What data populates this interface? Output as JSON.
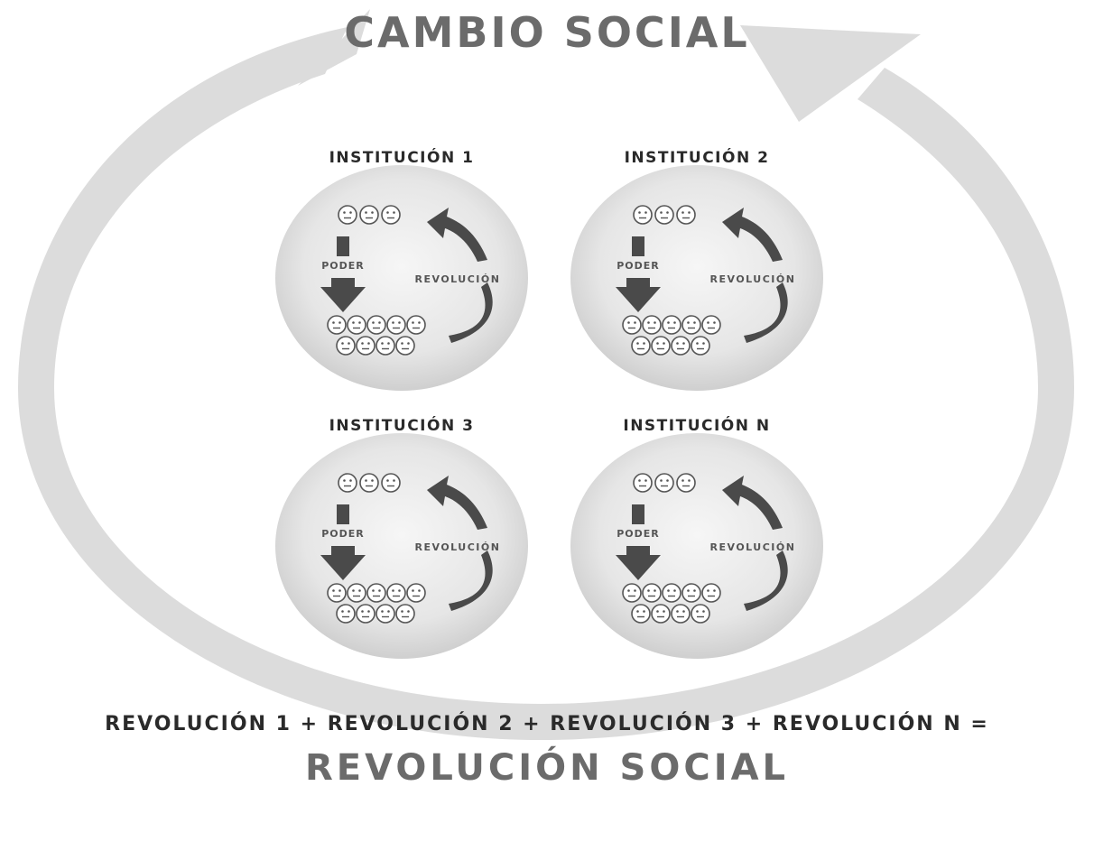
{
  "diagram": {
    "title": "CAMBIO SOCIAL",
    "institutions": [
      {
        "label": "INSTITUCIÓN 1",
        "power_label": "PODER",
        "revolution_label": "REVOLUCIÓN"
      },
      {
        "label": "INSTITUCIÓN 2",
        "power_label": "PODER",
        "revolution_label": "REVOLUCIÓN"
      },
      {
        "label": "INSTITUCIÓN 3",
        "power_label": "PODER",
        "revolution_label": "REVOLUCIÓN"
      },
      {
        "label": "INSTITUCIÓN N",
        "power_label": "PODER",
        "revolution_label": "REVOLUCIÓN"
      }
    ],
    "equation": "REVOLUCIÓN 1 + REVOLUCIÓN 2 + REVOLUCIÓN 3 +  REVOLUCIÓN N =",
    "result": "REVOLUCIÓN SOCIAL",
    "colors": {
      "cycle_arrow": "#dcdcdc",
      "circle_center": "#f4f4f4",
      "circle_edge": "#d2d2d2",
      "dark_arrow": "#4a4a4a",
      "title_text": "#6b6b6b"
    }
  }
}
